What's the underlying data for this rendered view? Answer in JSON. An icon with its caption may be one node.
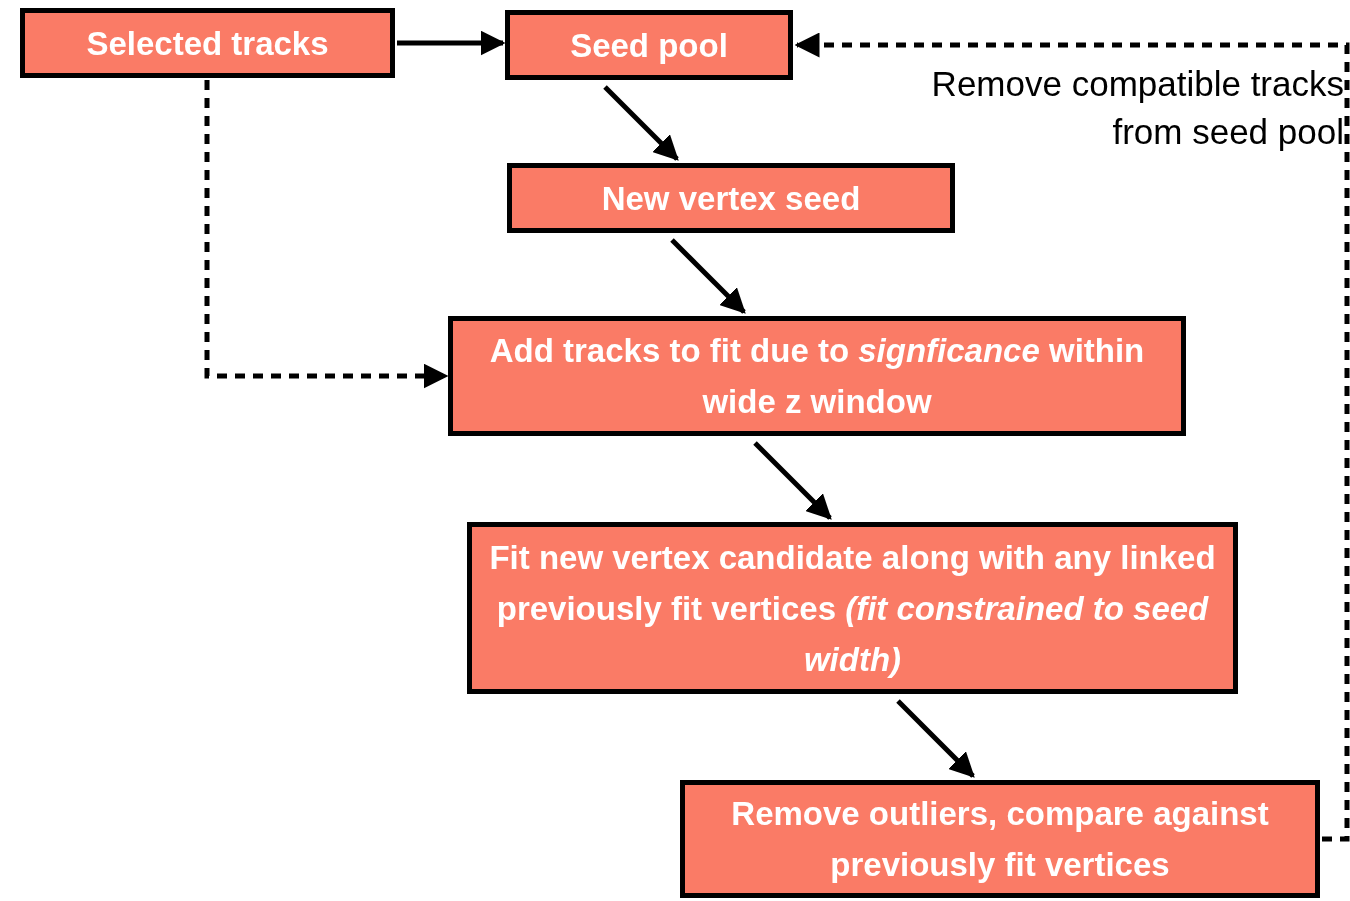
{
  "diagram": {
    "nodes": [
      {
        "text": [
          "Selected tracks"
        ]
      },
      {
        "text": [
          "Seed pool"
        ]
      },
      {
        "text": [
          "New vertex seed"
        ]
      },
      {
        "text": [
          "Add tracks to fit due to *signficance* within wide z window"
        ]
      },
      {
        "text": [
          "Fit new vertex candidate along with any linked previously fit vertices *(fit constrained to seed width)*"
        ]
      },
      {
        "text": [
          "Remove outliers, compare against previously fit vertices"
        ]
      }
    ],
    "edges": [
      {
        "from": 0,
        "to": 1,
        "arrow": "to"
      },
      {
        "from": 1,
        "to": 2,
        "arrow": "to"
      },
      {
        "from": 2,
        "to": 3,
        "arrow": "to"
      },
      {
        "from": 3,
        "to": 4,
        "arrow": "to"
      },
      {
        "from": 4,
        "to": 5,
        "arrow": "to"
      },
      {
        "from": 0,
        "to": 3,
        "arrow": "to",
        "style": "dashed"
      },
      {
        "from": 5,
        "to": 1,
        "arrow": "to",
        "style": "dashed",
        "label": "Remove compatible tracks from seed pool"
      }
    ]
  }
}
